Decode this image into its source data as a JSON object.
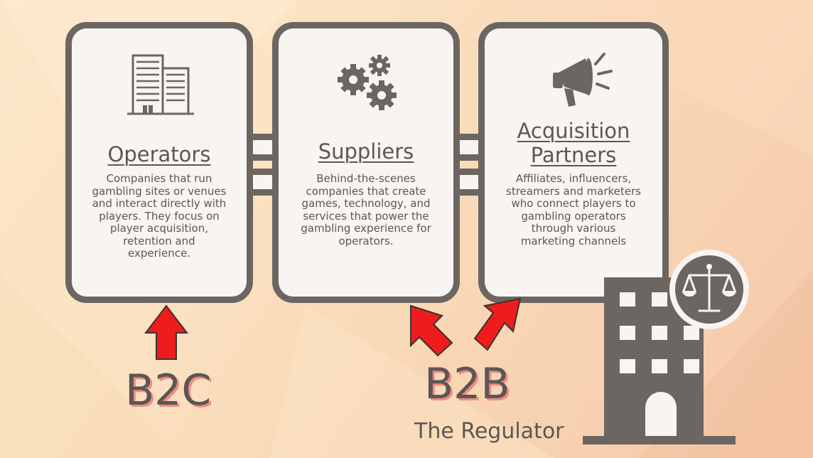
{
  "cards": [
    {
      "title": "Operators",
      "body": "Companies that run gambling sites or venues and interact directly with players. They focus on player acquisition, retention and experience.",
      "icon": "building-icon"
    },
    {
      "title": "Suppliers",
      "body": "Behind-the-scenes companies that create games, technology, and services that power the gambling experience for operators.",
      "icon": "gears-icon"
    },
    {
      "title_line1": "Acquisition",
      "title_line2": "Partners",
      "body": "Affiliates, influencers, streamers and marketers who connect players to gambling operators through various marketing channels",
      "icon": "megaphone-icon"
    }
  ],
  "labels": {
    "b2c": "B2C",
    "b2b": "B2B",
    "regulator": "The Regulator"
  },
  "colors": {
    "card_border": "#6b6662",
    "card_fill": "#f7f4f1",
    "text": "#5b5753",
    "arrow": "#ee1c1c",
    "label_shadow": "#f08a84"
  },
  "icons": {
    "regulator": "courthouse-with-scales-icon"
  }
}
